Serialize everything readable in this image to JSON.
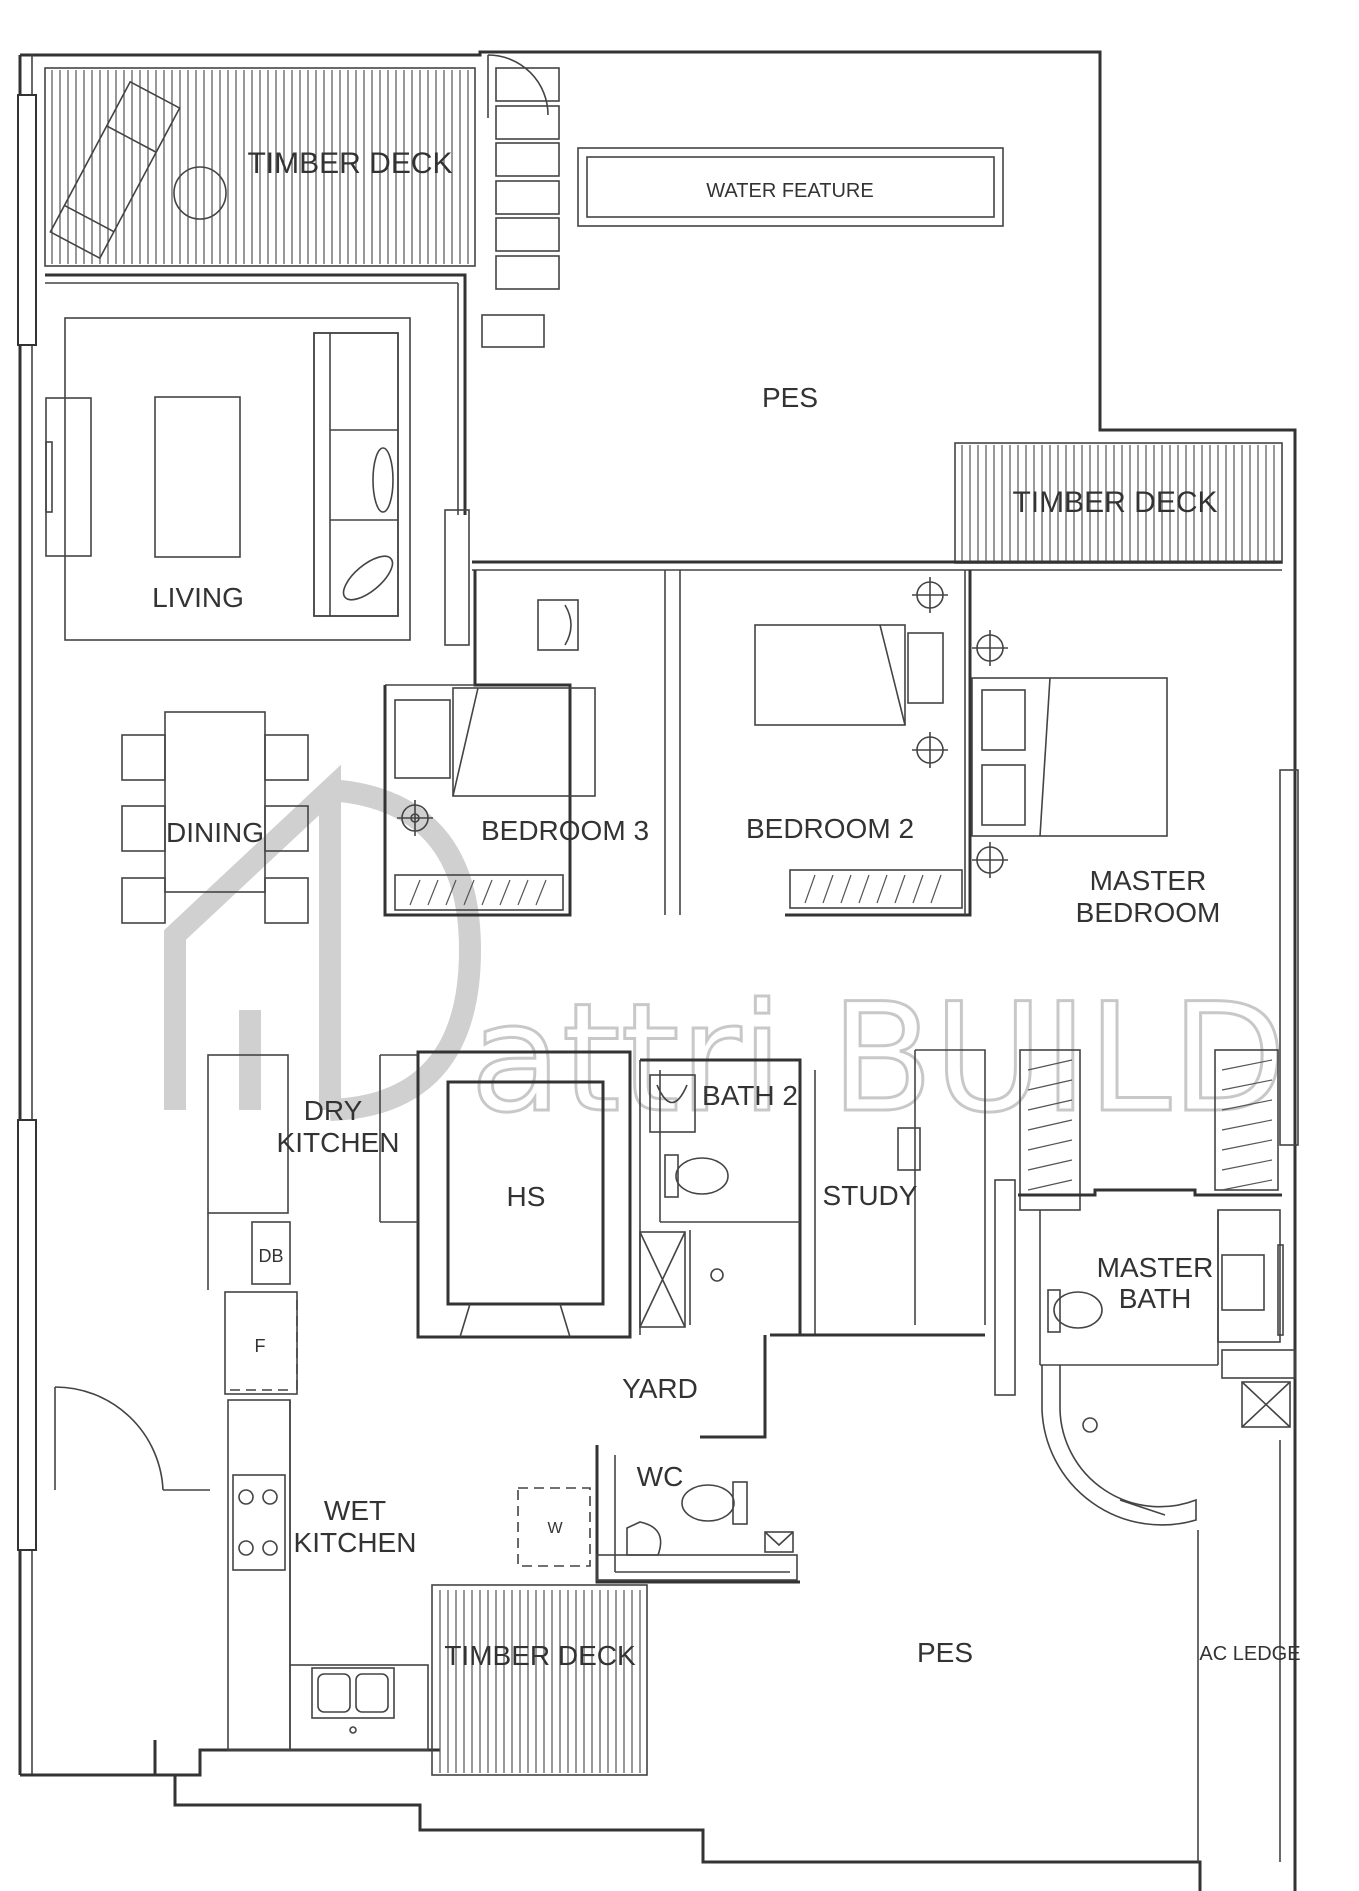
{
  "rooms": {
    "timber_deck_top": "TIMBER DECK",
    "water_feature": "WATER FEATURE",
    "pes_top": "PES",
    "timber_deck_right": "TIMBER DECK",
    "living": "LIVING",
    "dining": "DINING",
    "bedroom3": "BEDROOM 3",
    "bedroom2": "BEDROOM 2",
    "master_bedroom_1": "MASTER",
    "master_bedroom_2": "BEDROOM",
    "dry_kitchen_1": "DRY",
    "dry_kitchen_2": "KITCHEN",
    "hs": "HS",
    "bath2": "BATH 2",
    "study": "STUDY",
    "master_bath_1": "MASTER",
    "master_bath_2": "BATH",
    "db": "DB",
    "fridge": "F",
    "yard": "YARD",
    "wc": "WC",
    "washer": "W",
    "wet_kitchen_1": "WET",
    "wet_kitchen_2": "KITCHEN",
    "timber_deck_bottom": "TIMBER DECK",
    "pes_bottom": "PES",
    "ac_ledge": "AC LEDGE"
  },
  "watermark": {
    "text": "attri BUILD",
    "color": "#c8c8c8"
  },
  "colors": {
    "line": "#333333",
    "background": "#ffffff"
  }
}
